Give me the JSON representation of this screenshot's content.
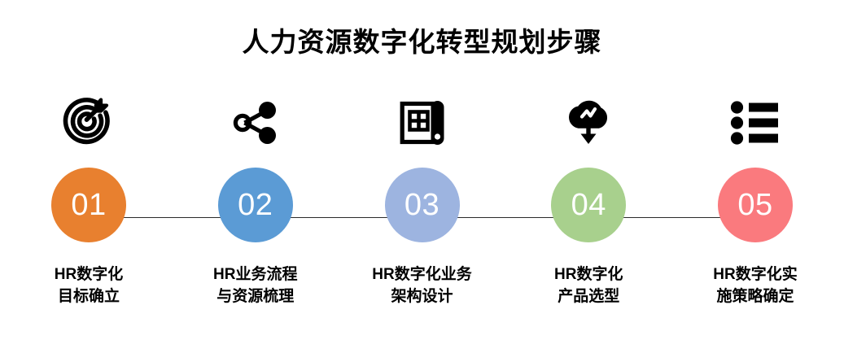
{
  "header": {
    "title": "人力资源数字化转型规划步骤"
  },
  "colors": {
    "step1": "#E8802F",
    "step2": "#5B9BD5",
    "step3": "#9DB4E0",
    "step4": "#A8D08D",
    "step5": "#FA7A7E",
    "connector": "#2b2b2b",
    "text": "#000000",
    "number": "#ffffff",
    "background": "#ffffff"
  },
  "steps": [
    {
      "number": "01",
      "icon": "target-arrow-icon",
      "color": "#E8802F",
      "caption": "HR数字化\n目标确立"
    },
    {
      "number": "02",
      "icon": "share-network-icon",
      "color": "#5B9BD5",
      "caption": "HR业务流程\n与资源梳理"
    },
    {
      "number": "03",
      "icon": "blueprint-icon",
      "color": "#9DB4E0",
      "caption": "HR数字化业务\n架构设计"
    },
    {
      "number": "04",
      "icon": "cloud-download-icon",
      "color": "#A8D08D",
      "caption": "HR数字化\n产品选型"
    },
    {
      "number": "05",
      "icon": "bulleted-list-icon",
      "color": "#FA7A7E",
      "caption": "HR数字化实\n施策略确定"
    }
  ]
}
